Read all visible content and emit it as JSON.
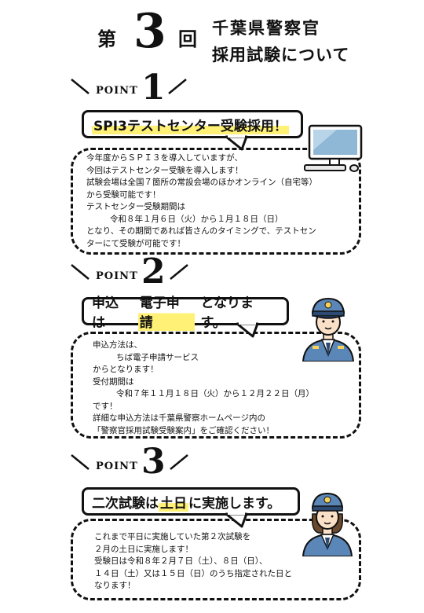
{
  "header": {
    "dai": "第",
    "number": "3",
    "kai": "回",
    "title_line1": "千葉県警察官",
    "title_line2": "採用試験について"
  },
  "points": [
    {
      "label": "POINT",
      "number": "1",
      "title": "SPI3テストセンター受験採用！",
      "lines": [
        "今年度からＳＰＩ３を導入していますが、",
        "今回はテストセンター受験を導入します！",
        "試験会場は全国７箇所の常設会場のほかオンライン（自宅等）",
        "から受験可能です！",
        "テストセンター受験期間は",
        "令和８年１月６日（火）から１月１８日（日）",
        "となり、その期間であれば皆さんのタイミングで、テストセン",
        "ターにて受験が可能です！"
      ]
    },
    {
      "label": "POINT",
      "number": "2",
      "title_pre": "申込は",
      "title_hl": "電子申請",
      "title_post": "となります。",
      "lines": [
        "申込方法は、",
        "ちば電子申請サービス",
        "からとなります！",
        "受付期間は",
        "令和７年１１月１８日（火）から１２月２２日（月）",
        "です！",
        "詳細な申込方法は千葉県警察ホームページ内の",
        "「警察官採用試験受験案内」をご確認ください！"
      ]
    },
    {
      "label": "POINT",
      "number": "3",
      "title_pre": "二次試験は",
      "title_hl": "土日",
      "title_post": "に実施します。",
      "lines": [
        "これまで平日に実施していた第２次試験を",
        "２月の土日に実施します！",
        "受験日は令和８年２月７日（土）、８日（日）、",
        "１４日（土）又は１５日（日）のうち指定された日と",
        "なります！"
      ]
    }
  ],
  "colors": {
    "highlight": "#fff176",
    "ink": "#111111",
    "uniform": "#5b86b8"
  },
  "icons": [
    "computer-icon",
    "police-officer-icon",
    "policewoman-icon"
  ]
}
